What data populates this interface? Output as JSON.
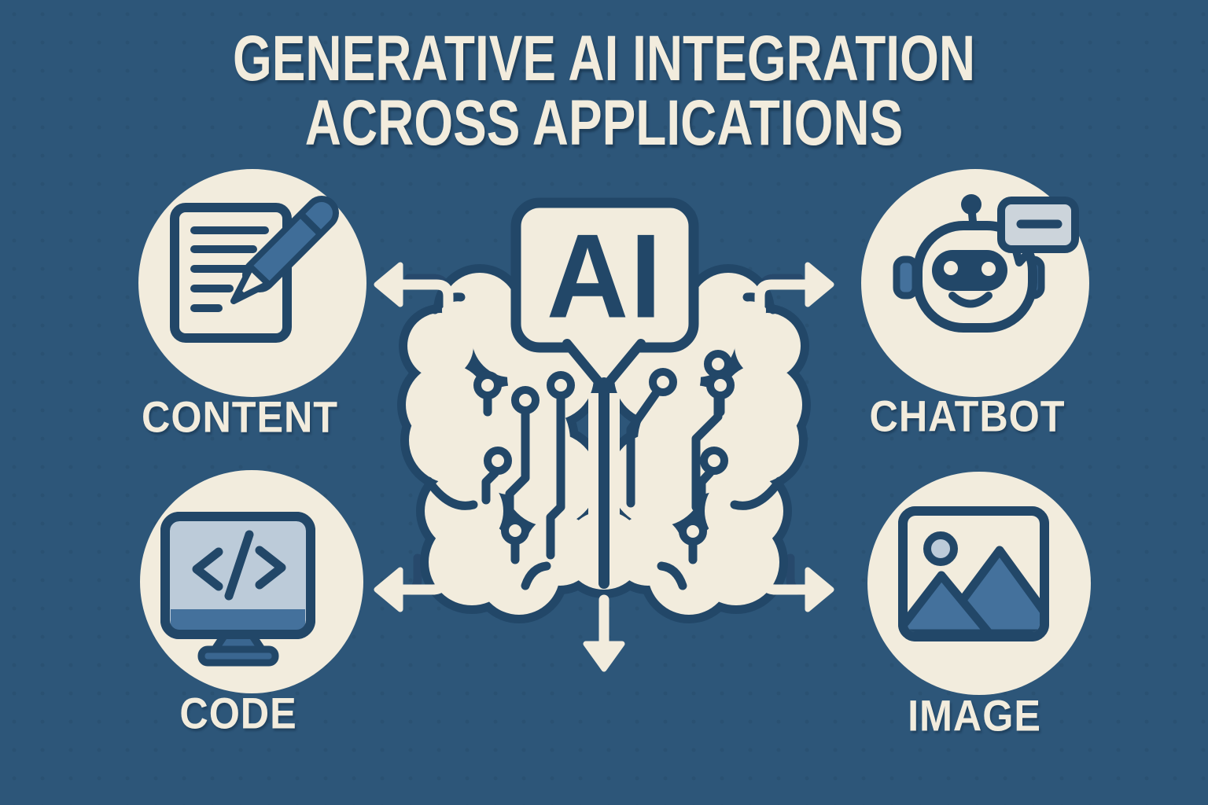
{
  "title": {
    "line1": "GENERATIVE AI INTEGRATION",
    "line2": "ACROSS APPLICATIONS"
  },
  "center": {
    "ai_label": "AI"
  },
  "nodes": [
    {
      "id": "content",
      "label": "CONTENT"
    },
    {
      "id": "chatbot",
      "label": "CHATBOT"
    },
    {
      "id": "code",
      "label": "CODE"
    },
    {
      "id": "image",
      "label": "IMAGE"
    }
  ],
  "colors": {
    "background": "#2d5679",
    "cream": "#f2ecdd",
    "navy_outline": "#224768",
    "medium_blue": "#44719c",
    "light_blue": "#bccbd9",
    "bubble_gray": "#ccd4db"
  }
}
